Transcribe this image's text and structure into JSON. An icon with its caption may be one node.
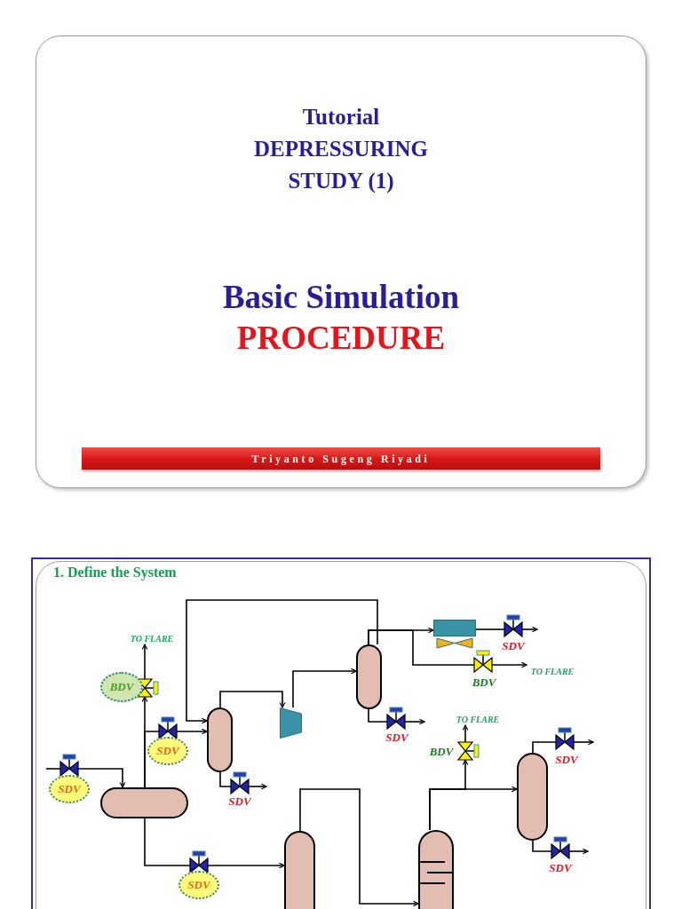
{
  "diagram": {
    "title": "Tutorial DEPRESSURING STUDY (1)",
    "nodes": [
      {
        "text": [
          "Triyanto Sugeng Riyadi"
        ]
      },
      {
        "text": [],
        "shape": "cylinder"
      },
      {
        "text": [],
        "shape": "cylinder"
      },
      {
        "text": [],
        "shape": "trapezoid"
      },
      {
        "text": [],
        "shape": "cylinder"
      },
      {
        "text": [],
        "shape": "box"
      },
      {
        "text": [],
        "shape": "cylinder"
      },
      {
        "text": [],
        "shape": "cylinder"
      },
      {
        "text": [],
        "shape": "cylinder"
      },
      {
        "text": [],
        "shape": "valve",
        "beside": [
          "SDV"
        ]
      },
      {
        "text": [],
        "shape": "valve",
        "beside": [
          "BDV"
        ]
      },
      {
        "text": [],
        "shape": "valve",
        "beside": [
          "SDV"
        ]
      },
      {
        "text": [],
        "shape": "valve",
        "beside": [
          "SDV"
        ]
      },
      {
        "text": [],
        "shape": "valve",
        "beside": [
          "SDV"
        ]
      },
      {
        "text": [],
        "shape": "valve",
        "beside": [
          "SDV"
        ]
      },
      {
        "text": [],
        "shape": "valve",
        "beside": [
          "BDV"
        ]
      },
      {
        "text": [],
        "shape": "valve",
        "beside": [
          "SDV"
        ]
      },
      {
        "text": [],
        "shape": "valve",
        "beside": [
          "BDV"
        ]
      },
      {
        "text": [],
        "shape": "valve",
        "beside": [
          "SDV"
        ]
      },
      {
        "text": [],
        "shape": "valve",
        "beside": [
          "SDV"
        ]
      },
      {
        "text": [
          "TO FLARE"
        ]
      },
      {
        "text": [
          "TO FLARE"
        ]
      },
      {
        "text": [
          "TO FLARE"
        ]
      }
    ],
    "edges": [
      {
        "from": null,
        "to": 9,
        "arrow": "none"
      },
      {
        "from": 9,
        "to": 1,
        "arrow": "to"
      },
      {
        "from": 1,
        "to": 10,
        "arrow": "to"
      },
      {
        "from": 10,
        "to": 20,
        "arrow": "to"
      },
      {
        "from": 1,
        "to": 11,
        "arrow": "none"
      },
      {
        "from": 11,
        "to": 2,
        "arrow": "to"
      },
      {
        "from": 4,
        "to": 2,
        "arrow": "to"
      },
      {
        "from": 2,
        "to": 3,
        "arrow": "to"
      },
      {
        "from": 3,
        "to": 4,
        "arrow": "to"
      },
      {
        "from": 4,
        "to": 5,
        "arrow": "to"
      },
      {
        "from": 4,
        "to": 15,
        "arrow": "none"
      },
      {
        "from": 15,
        "to": 21,
        "arrow": "to"
      },
      {
        "from": 5,
        "to": 14,
        "arrow": "none"
      },
      {
        "from": 14,
        "to": null,
        "arrow": "to"
      },
      {
        "from": 4,
        "to": 16,
        "arrow": "none"
      },
      {
        "from": 16,
        "to": null,
        "arrow": "to"
      },
      {
        "from": 2,
        "to": 12,
        "arrow": "none"
      },
      {
        "from": 12,
        "to": null,
        "arrow": "to"
      },
      {
        "from": 1,
        "to": 13,
        "arrow": "none"
      },
      {
        "from": 13,
        "to": 6,
        "arrow": "to"
      },
      {
        "from": 6,
        "to": 7,
        "arrow": "to"
      },
      {
        "from": 7,
        "to": 8,
        "arrow": "to"
      },
      {
        "from": 7,
        "to": 17,
        "arrow": "to"
      },
      {
        "from": 17,
        "to": 22,
        "arrow": "to"
      },
      {
        "from": 8,
        "to": 18,
        "arrow": "none"
      },
      {
        "from": 18,
        "to": null,
        "arrow": "to"
      },
      {
        "from": 8,
        "to": 19,
        "arrow": "none"
      },
      {
        "from": 19,
        "to": null,
        "arrow": "to"
      }
    ],
    "labels": [
      "Basic Simulation",
      "PROCEDURE",
      "1. Define the System"
    ]
  }
}
